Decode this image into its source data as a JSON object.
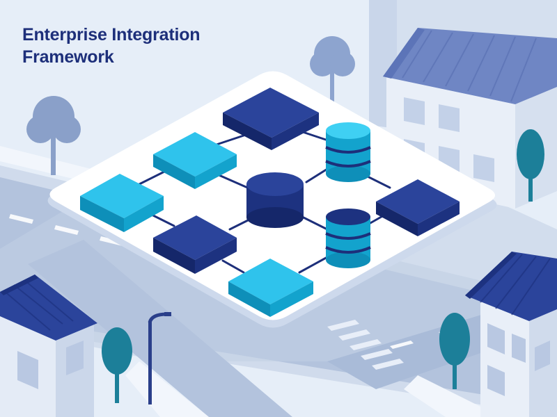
{
  "title": {
    "line1": "Enterprise Integration",
    "line2": "Framework"
  },
  "colors": {
    "background": "#e6eef8",
    "title_text": "#1d2f7a",
    "navy_node": "#22398f",
    "cyan_node": "#17b4e3",
    "platform": "#ffffff",
    "road": "#b3c3dd",
    "roof": "#6f86c4",
    "tree": "#1c7f99"
  },
  "diagram": {
    "nodes": [
      {
        "id": "n1",
        "kind": "block",
        "color": "navy"
      },
      {
        "id": "n2",
        "kind": "block",
        "color": "cyan"
      },
      {
        "id": "n3",
        "kind": "block",
        "color": "cyan"
      },
      {
        "id": "n4",
        "kind": "database-stack",
        "color": "cyan"
      },
      {
        "id": "n5",
        "kind": "cylinder",
        "color": "navy"
      },
      {
        "id": "n6",
        "kind": "block",
        "color": "navy"
      },
      {
        "id": "n7",
        "kind": "block",
        "color": "navy"
      },
      {
        "id": "n8",
        "kind": "database-stack",
        "color": "cyan"
      },
      {
        "id": "n9",
        "kind": "block",
        "color": "cyan"
      }
    ],
    "edges": [
      [
        "n1",
        "n2"
      ],
      [
        "n1",
        "n4"
      ],
      [
        "n2",
        "n3"
      ],
      [
        "n2",
        "n5"
      ],
      [
        "n4",
        "n5"
      ],
      [
        "n4",
        "n6"
      ],
      [
        "n3",
        "n7"
      ],
      [
        "n5",
        "n7"
      ],
      [
        "n5",
        "n8"
      ],
      [
        "n6",
        "n8"
      ],
      [
        "n7",
        "n9"
      ],
      [
        "n8",
        "n9"
      ]
    ]
  }
}
